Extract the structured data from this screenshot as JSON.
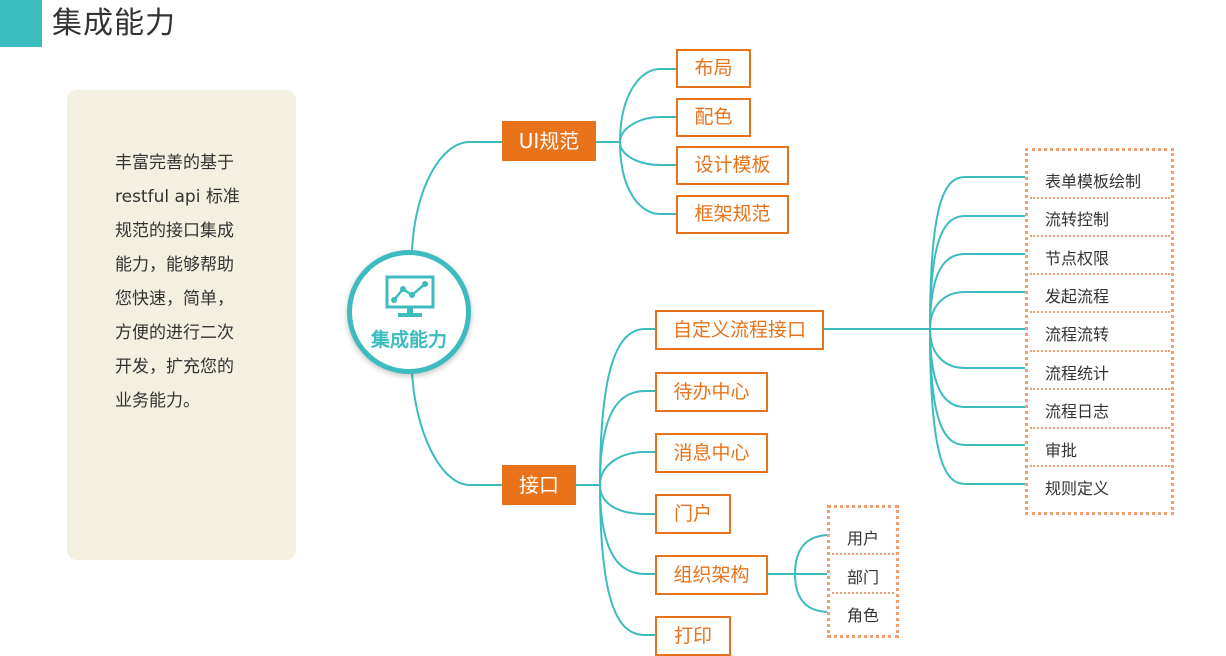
{
  "header": {
    "title": "集成能力"
  },
  "description": {
    "lines": [
      "丰富完善的基于",
      "restful api 标准",
      "规范的接口集成",
      "能力，能够帮助",
      "您快速，简单，",
      "方便的进行二次",
      "开发，扩充您的",
      "业务能力。"
    ]
  },
  "colors": {
    "teal": "#3dbcbf",
    "orange": "#e8731a",
    "card": "#f3efe1",
    "dotted": "#f0a06e"
  },
  "hub": {
    "label": "集成能力",
    "icon": "monitor-chart-icon"
  },
  "ui_spec": {
    "label": "UI规范",
    "children": [
      "布局",
      "配色",
      "设计模板",
      "框架规范"
    ]
  },
  "interface": {
    "label": "接口",
    "children": [
      "自定义流程接口",
      "待办中心",
      "消息中心",
      "门户",
      "组织架构",
      "打印"
    ]
  },
  "flow_items": [
    "表单模板绘制",
    "流转控制",
    "节点权限",
    "发起流程",
    "流程流转",
    "流程统计",
    "流程日志",
    "审批",
    "规则定义"
  ],
  "org_items": [
    "用户",
    "部门",
    "角色"
  ]
}
